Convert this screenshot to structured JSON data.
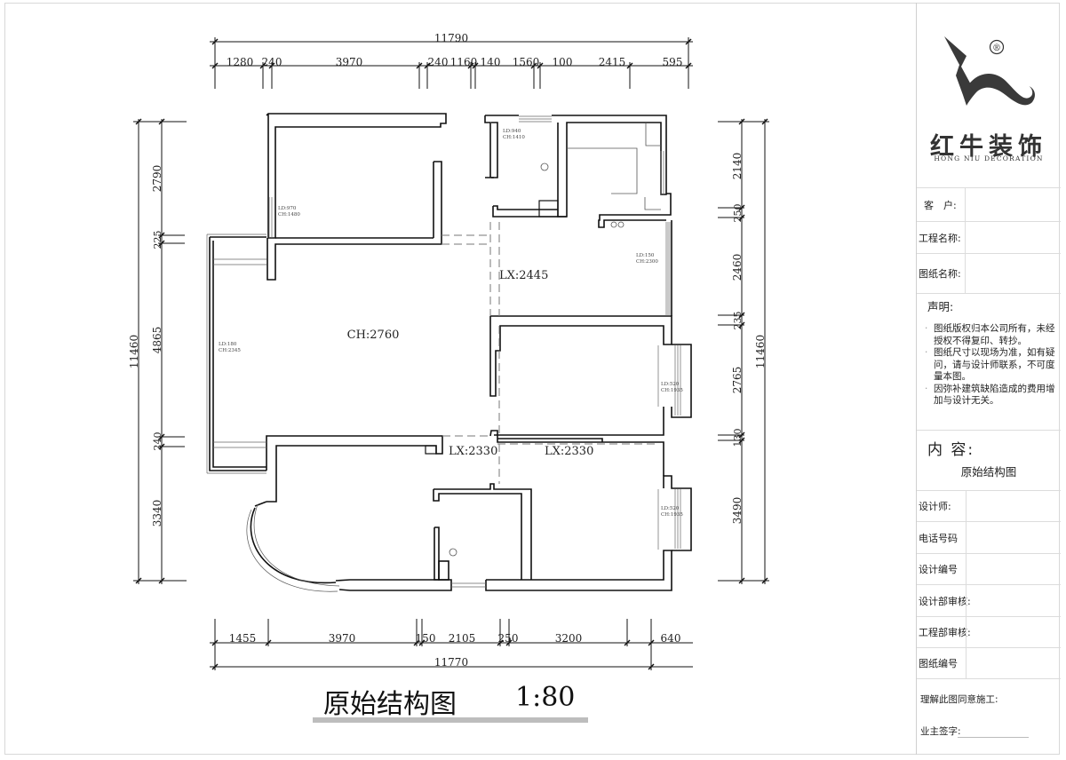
{
  "drawing": {
    "title": "原始结构图",
    "scale": "1:80",
    "dimensions": {
      "top_total": "11790",
      "top_segments": [
        "1280",
        "240",
        "3970",
        "240",
        "1160",
        "140",
        "1560",
        "100",
        "2415",
        "595"
      ],
      "bottom_total": "11770",
      "bottom_segments": [
        "1455",
        "3970",
        "150",
        "2105",
        "250",
        "3200",
        "640"
      ],
      "left_total": "11460",
      "left_segments": [
        "2790",
        "225",
        "4865",
        "240",
        "3340"
      ],
      "right_total": "11460",
      "right_segments": [
        "2140",
        "250",
        "2460",
        "235",
        "2765",
        "130",
        "3490"
      ]
    },
    "labels": {
      "ceiling_main": "CH:2760",
      "beam_1": "LX:2445",
      "beam_2": "LX:2330",
      "beam_3": "LX:2330",
      "window_bedroom_ld": "LD:970",
      "window_bedroom_ch": "CH:1480",
      "window_bath_ld": "LD:940",
      "window_bath_ch": "CH:1410",
      "window_balcony_ld": "LD:180",
      "window_balcony_ch": "CH:2345",
      "window_kitchen_ld": "LD:150",
      "window_kitchen_ch": "CH:2300",
      "bay_window_1_ld": "LD:520",
      "bay_window_1_ch": "CH:1935",
      "bay_window_2_ld": "LD:520",
      "bay_window_2_ch": "CH:1935"
    }
  },
  "titleblock": {
    "brand_cn": "红牛装饰",
    "brand_en": "HONG NIU DECORATION",
    "registered_mark": "®",
    "fields_top": [
      {
        "label": "客　户:",
        "value": ""
      },
      {
        "label": "工程名称:",
        "value": ""
      },
      {
        "label": "图纸名称:",
        "value": ""
      }
    ],
    "declaration": {
      "title": "声明:",
      "items": [
        "图纸版权归本公司所有，未经授权不得复印、转抄。",
        "图纸尺寸以现场为准，如有疑问，请与设计师联系，不可度量本图。",
        "因弥补建筑缺陷造成的费用增加与设计无关。"
      ]
    },
    "content": {
      "title": "内 容:",
      "value": "原始结构图"
    },
    "fields_bottom": [
      {
        "label": "设计师:",
        "value": ""
      },
      {
        "label": "电话号码",
        "value": ""
      },
      {
        "label": "设计编号",
        "value": ""
      },
      {
        "label": "设计部审核:",
        "value": ""
      },
      {
        "label": "工程部审核:",
        "value": ""
      },
      {
        "label": "图纸编号",
        "value": ""
      }
    ],
    "sign": {
      "agree": "理解此图同意施工:",
      "owner": "业主签字:"
    }
  }
}
